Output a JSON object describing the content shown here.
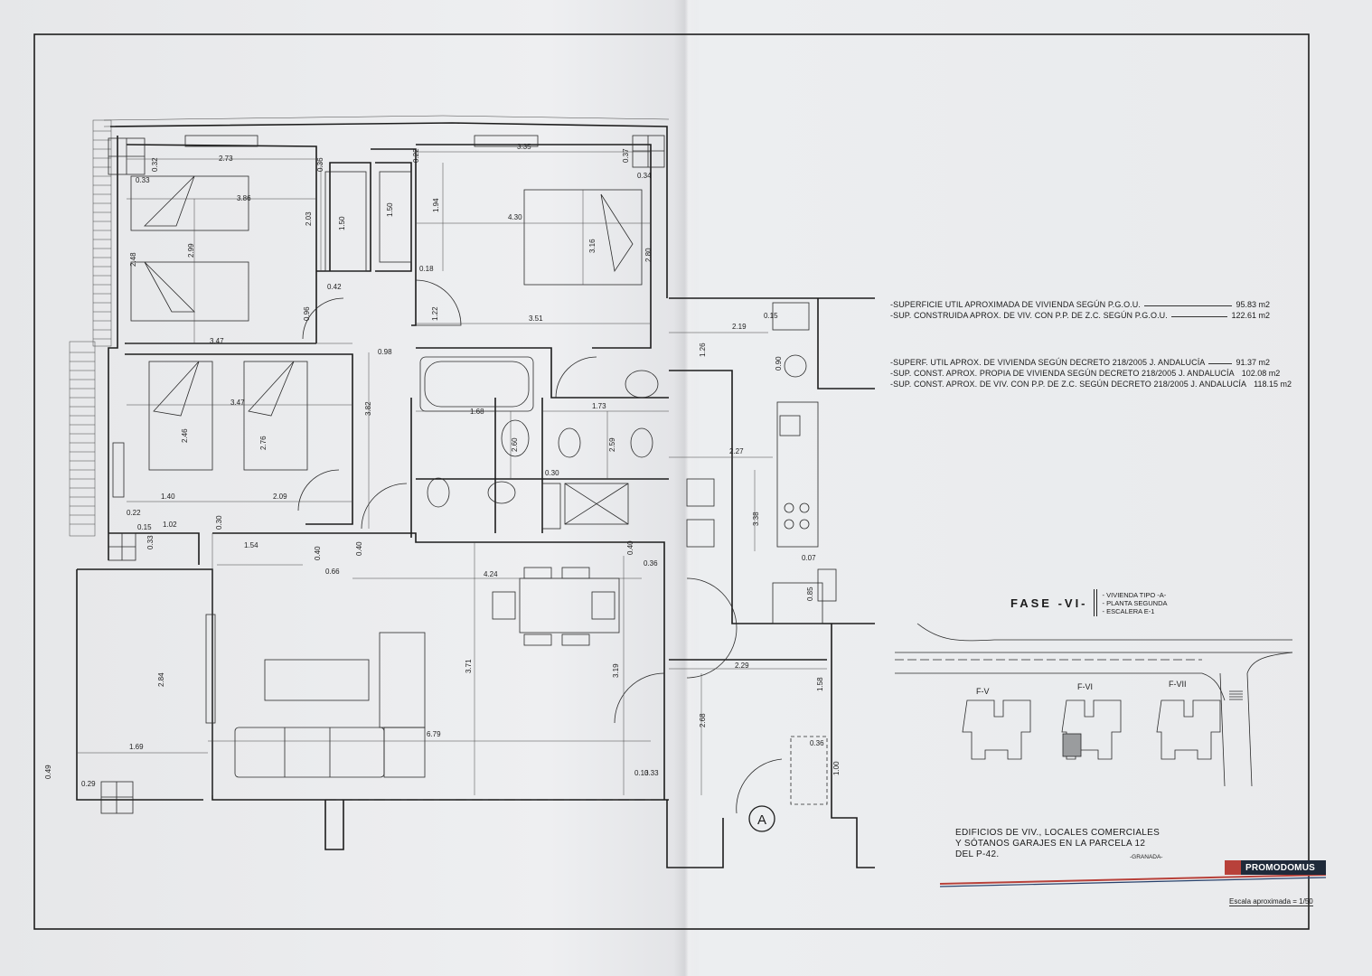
{
  "areas": [
    {
      "label": "-SUPERFICIE UTIL APROXIMADA DE VIVIENDA SEGÚN P.G.O.U.",
      "value": "95.83 m2"
    },
    {
      "label": "-SUP. CONSTRUIDA APROX. DE VIV. CON P.P. DE Z.C. SEGÚN P.G.O.U.",
      "value": "122.61 m2"
    },
    {
      "label": "-SUPERF. UTIL APROX. DE VIVIENDA SEGÚN DECRETO 218/2005 J. ANDALUCÍA",
      "value": "91.37 m2"
    },
    {
      "label": "-SUP. CONST. APROX. PROPIA DE VIVIENDA SEGÚN DECRETO 218/2005 J. ANDALUCÍA",
      "value": "102.08 m2"
    },
    {
      "label": "-SUP. CONST. APROX. DE VIV. CON P.P. DE Z.C. SEGÚN DECRETO 218/2005 J. ANDALUCÍA",
      "value": "118.15 m2"
    }
  ],
  "fase": {
    "title": "FASE -VI-",
    "lines": [
      "VIVIENDA TIPO -A-",
      "PLANTA SEGUNDA",
      "ESCALERA E-1"
    ]
  },
  "site_labels": [
    "F-V",
    "F-VI",
    "F-VII"
  ],
  "project": {
    "line1": "EDIFICIOS DE VIV., LOCALES COMERCIALES",
    "line2": "Y SÓTANOS GARAJES EN LA PARCELA 12",
    "line3": "DEL P-42.",
    "city": "-GRANADA-"
  },
  "brand": "PROMODOMUS",
  "scale": "Escala aproximada = 1/50",
  "unit_marker": "A",
  "dimensions": {
    "d273": "2.73",
    "d335": "3.35",
    "d032": "0.32",
    "d036": "0.36",
    "d037": "0.37",
    "d033": "0.33",
    "d034": "0.34",
    "d386": "3.86",
    "d203": "2.03",
    "d299": "2.99",
    "d150a": "1.50",
    "d150b": "1.50",
    "d194": "1.94",
    "d430": "4.30",
    "d316": "3.16",
    "d280": "2.80",
    "d248": "2.48",
    "d042": "0.42",
    "d018": "0.18",
    "d096": "0.96",
    "d122": "1.22",
    "d351": "3.51",
    "d347a": "3.47",
    "d347b": "3.47",
    "d098": "0.98",
    "d246": "2.46",
    "d276": "2.76",
    "d382": "3.82",
    "d168": "1.68",
    "d173": "1.73",
    "d260": "2.60",
    "d259": "2.59",
    "d030": "0.30",
    "d140": "1.40",
    "d209": "2.09",
    "d102": "1.02",
    "d015": "0.15",
    "d022": "0.22",
    "d033b": "0.33",
    "d030b": "0.30",
    "d154": "1.54",
    "d066": "0.66",
    "d040a": "0.40",
    "d040b": "0.40",
    "d040c": "0.40",
    "d424": "4.24",
    "d036b": "0.36",
    "d284": "2.84",
    "d371": "3.71",
    "d319": "3.19",
    "d679": "6.79",
    "d169": "1.69",
    "d049": "0.49",
    "d029": "0.29",
    "d013": "0.13",
    "d033c": "0.33",
    "d219": "2.19",
    "d015b": "0.15",
    "d126": "1.26",
    "d090": "0.90",
    "d227": "2.27",
    "d338": "3.38",
    "d007": "0.07",
    "d085": "0.85",
    "d229": "2.29",
    "d158": "1.58",
    "d268": "2.68",
    "d036c": "0.36",
    "d100": "1.00"
  }
}
